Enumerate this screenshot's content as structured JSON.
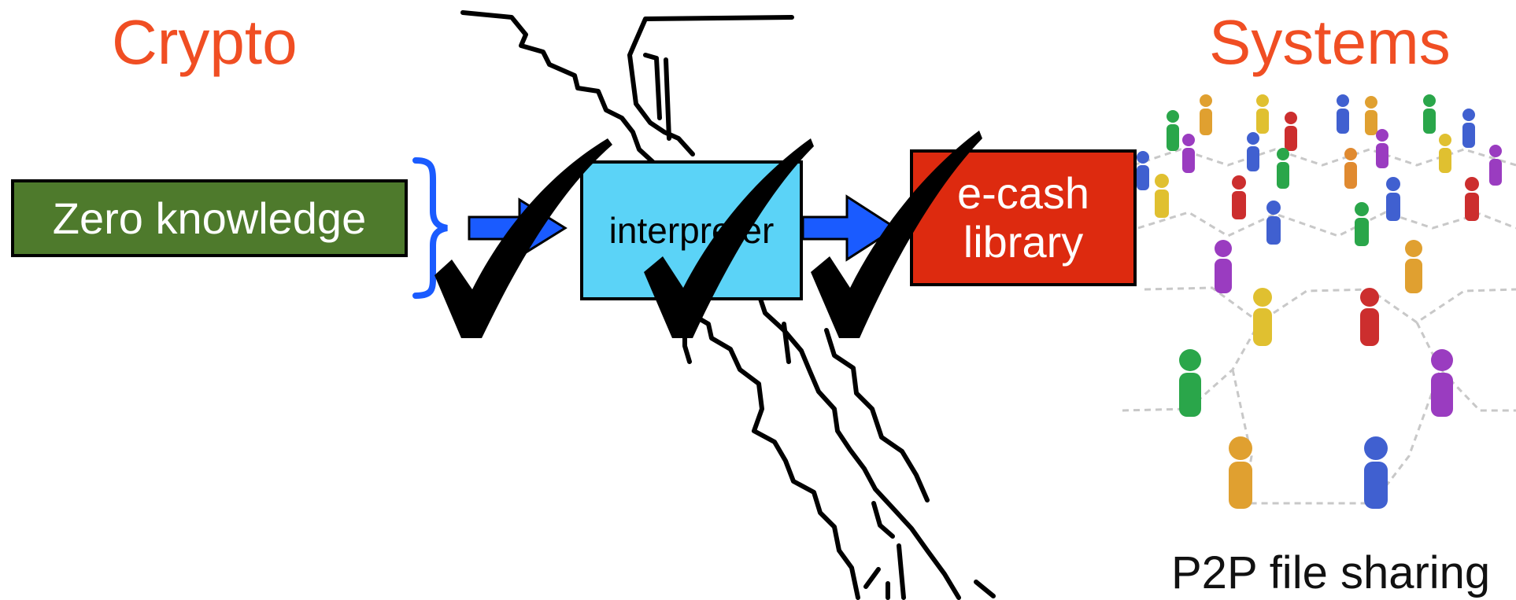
{
  "headings": {
    "crypto": "Crypto",
    "systems": "Systems"
  },
  "boxes": {
    "zero_knowledge": "Zero knowledge",
    "interpreter": "interpreter",
    "ecash_line1": "e-cash",
    "ecash_line2": "library"
  },
  "caption": "P2P file sharing",
  "colors": {
    "heading": "#f04e23",
    "zk_fill": "#4e7a2c",
    "interp_fill": "#5bd3f7",
    "ecash_fill": "#dd2a0f",
    "arrow": "#1a5bff",
    "brace": "#1a5bff",
    "check": "#000000"
  },
  "icons": [
    "curly-brace-icon",
    "arrow-right-icon",
    "checkmark-icon",
    "cliff-sketch",
    "p2p-people-network"
  ]
}
